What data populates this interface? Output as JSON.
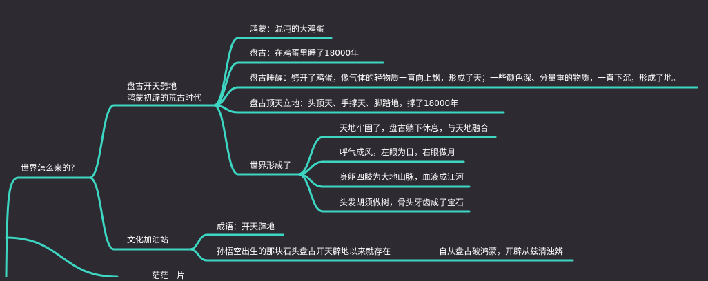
{
  "theme": {
    "background": "#2d2a31",
    "branch_color": "#3dd6c2",
    "text_color": "#ffffff"
  },
  "mindmap": {
    "root": "世界怎么来的？",
    "pangu": {
      "label_line1": "盘古开天劈地",
      "label_line2": "鸿蒙初辟的荒古时代",
      "children": [
        "鸿蒙：混沌的大鸡蛋",
        "盘古：在鸡蛋里睡了18000年",
        "盘古睡醒：劈开了鸡蛋，像气体的轻物质一直向上飘，形成了天；一些颜色深、分量重的物质，一直下沉，形成了地。",
        "盘古顶天立地：头顶天、手撑天、脚踏地，撑了18000年"
      ],
      "world": {
        "label": "世界形成了",
        "children": [
          "天地牢固了，盘古躺下休息，与天地融合",
          "呼气成风，左眼为日，右眼做月",
          "身躯四肢为大地山脉，血液成江河",
          "头发胡须做树，骨头牙齿成了宝石"
        ]
      }
    },
    "culture": {
      "label": "文化加油站",
      "children": [
        "成语：开天辟地",
        "孙悟空出生的那块石头盘古开天辟地以来就存在"
      ],
      "grandchild": "自从盘古破鸿蒙，开辟从兹清浊辨"
    },
    "partial_bottom": "茫茫一片"
  }
}
